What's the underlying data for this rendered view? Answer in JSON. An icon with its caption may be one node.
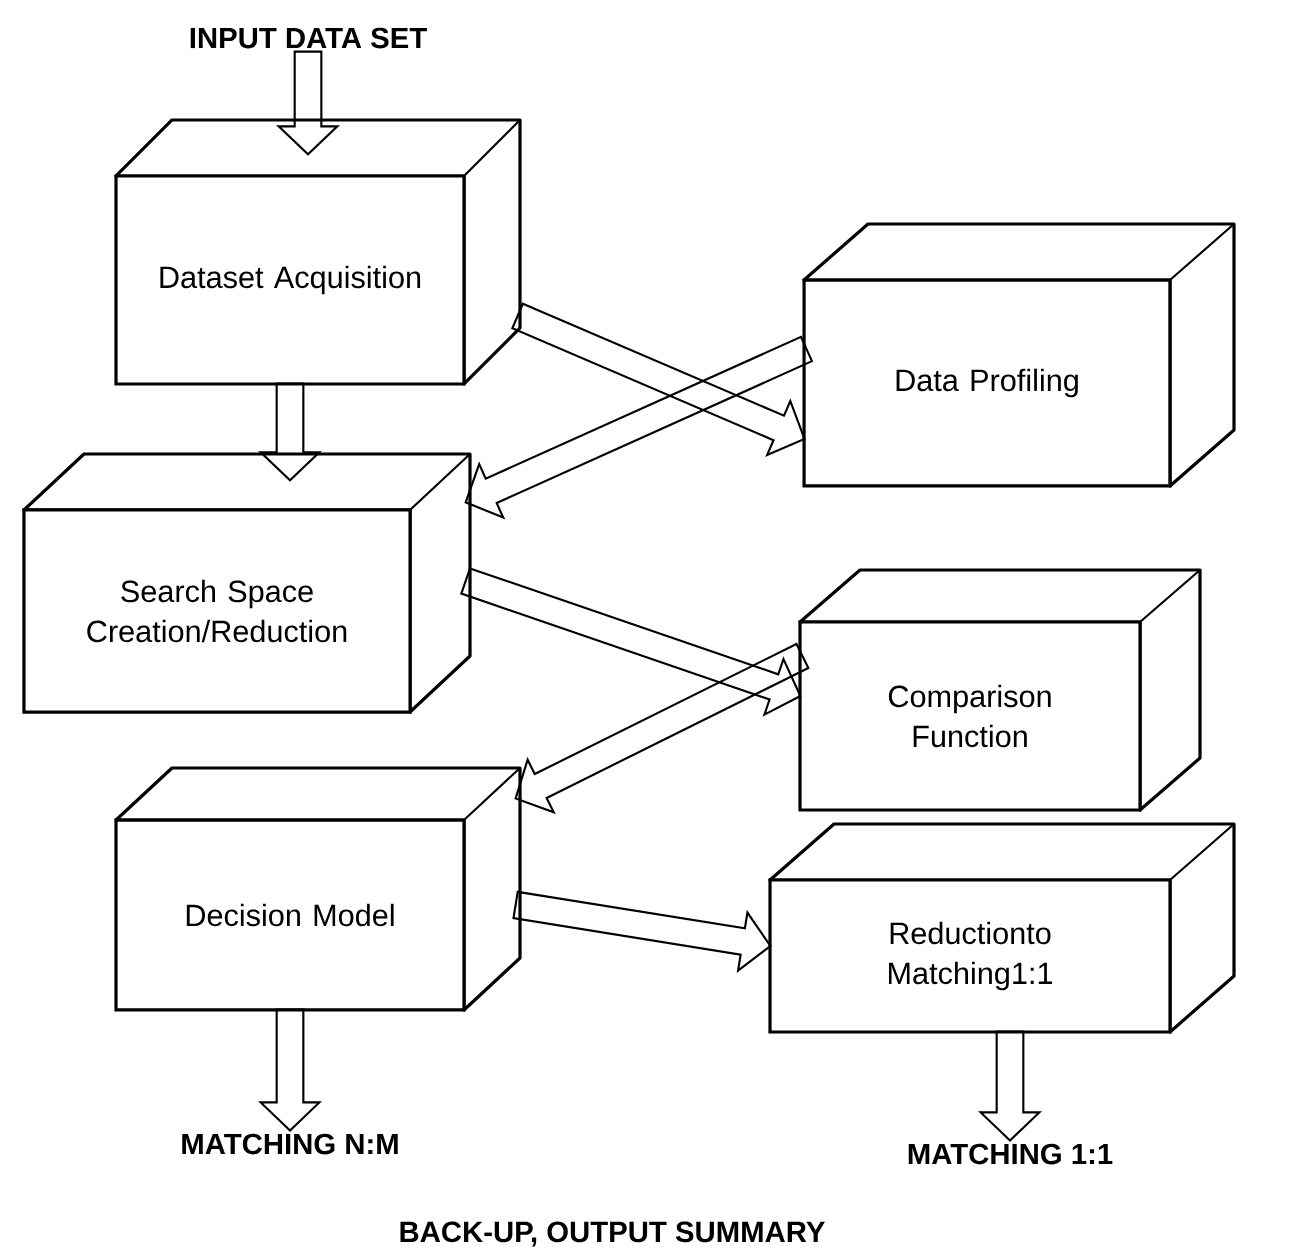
{
  "diagram": {
    "nodes": [
      {
        "text": [
          "INPUT DATA SET"
        ]
      },
      {
        "text": [
          "Dataset Acquisition"
        ]
      },
      {
        "text": [
          "Data Profiling"
        ]
      },
      {
        "text": [
          "Search Space Creation/Reduction"
        ]
      },
      {
        "text": [
          "Comparison Function"
        ]
      },
      {
        "text": [
          "Decision Model"
        ]
      },
      {
        "text": [
          "Reductionto Matching1:1"
        ]
      },
      {
        "text": [
          "MATCHING N:M"
        ]
      },
      {
        "text": [
          "MATCHING 1:1"
        ]
      }
    ],
    "edges": [
      {
        "from": 0,
        "to": 1,
        "arrow": "to"
      },
      {
        "from": 1,
        "to": 2,
        "arrow": "to"
      },
      {
        "from": 1,
        "to": 3,
        "arrow": "to"
      },
      {
        "from": 2,
        "to": 3,
        "arrow": "to"
      },
      {
        "from": 3,
        "to": 4,
        "arrow": "to"
      },
      {
        "from": 4,
        "to": 5,
        "arrow": "to"
      },
      {
        "from": 5,
        "to": 6,
        "arrow": "to"
      },
      {
        "from": 5,
        "to": 7,
        "arrow": "to"
      },
      {
        "from": 6,
        "to": 8,
        "arrow": "to"
      }
    ],
    "labels": [
      "BACK-UP, OUTPUT SUMMARY"
    ]
  }
}
